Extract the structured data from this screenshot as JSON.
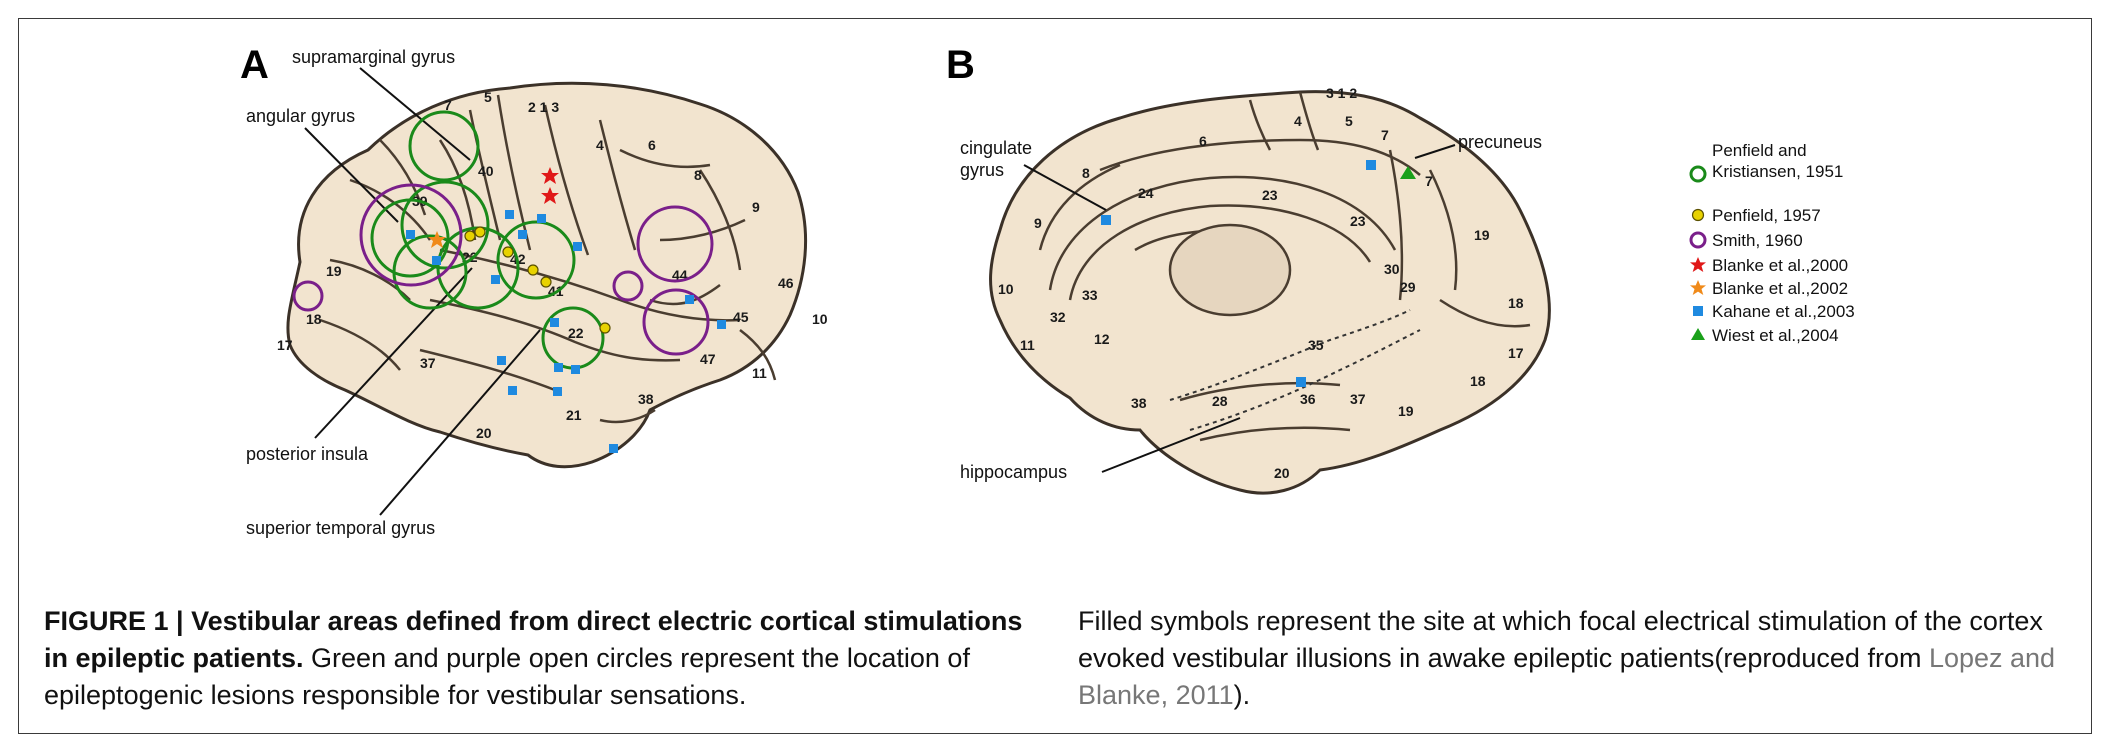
{
  "panel_a": {
    "letter": "A",
    "labels": {
      "supramarginal": "supramarginal gyrus",
      "angular": "angular gyrus",
      "posterior_insula": "posterior insula",
      "superior_temporal": "superior temporal gyrus"
    },
    "areas": [
      "7",
      "5",
      "2 1 3",
      "4",
      "6",
      "8",
      "40",
      "39",
      "9",
      "22",
      "42",
      "41",
      "44",
      "46",
      "10",
      "19",
      "18",
      "17",
      "45",
      "47",
      "22",
      "37",
      "21",
      "38",
      "11",
      "20"
    ]
  },
  "panel_b": {
    "letter": "B",
    "labels": {
      "cingulate": "cingulate\ngyrus",
      "precuneus": "precuneus",
      "hippocampus": "hippocampus"
    },
    "areas": [
      "3 1 2",
      "4",
      "5",
      "6",
      "7",
      "7",
      "8",
      "24",
      "23",
      "23",
      "9",
      "10",
      "33",
      "32",
      "12",
      "11",
      "29",
      "30",
      "19",
      "18",
      "17",
      "35",
      "36",
      "37",
      "19",
      "18",
      "38",
      "28",
      "20"
    ]
  },
  "legend": {
    "items": [
      {
        "label": "Penfield and\nKristiansen, 1951",
        "color": "#1a8a1a",
        "icon": "open-circle-icon"
      },
      {
        "label": "Penfield, 1957",
        "color": "#e8d200",
        "icon": "filled-circle-icon"
      },
      {
        "label": "Smith, 1960",
        "color": "#7a1f8a",
        "icon": "open-circle-icon"
      },
      {
        "label": "Blanke et al.,2000",
        "color": "#e01818",
        "icon": "star-burst-icon"
      },
      {
        "label": "Blanke et al.,2002",
        "color": "#f08a1a",
        "icon": "star-icon"
      },
      {
        "label": "Kahane et al.,2003",
        "color": "#1f8ae0",
        "icon": "square-icon"
      },
      {
        "label": "Wiest et al.,2004",
        "color": "#1aa01a",
        "icon": "triangle-icon"
      }
    ]
  },
  "caption": {
    "prefix": "FIGURE 1 | ",
    "title": "Vestibular areas defined from direct electric cortical stimulations in epileptic patients.",
    "left_text": " Green and purple open circles represent the location of epileptogenic lesions responsible for vestibular sensations.",
    "right_text": "Filled symbols represent the site at which focal electrical stimulation of the cortex evoked vestibular illusions in awake epileptic patients(reproduced from ",
    "ref": "Lopez and Blanke",
    "ref_year": ", 2011",
    "right_end": ")."
  },
  "colors": {
    "brain_fill": "#f2e4cf",
    "brain_stroke": "#3b3128",
    "green": "#1a8a1a",
    "purple": "#7a1f8a",
    "blue": "#1f8ae0",
    "yellow": "#e8d200",
    "red": "#e01818",
    "orange": "#f08a1a"
  }
}
